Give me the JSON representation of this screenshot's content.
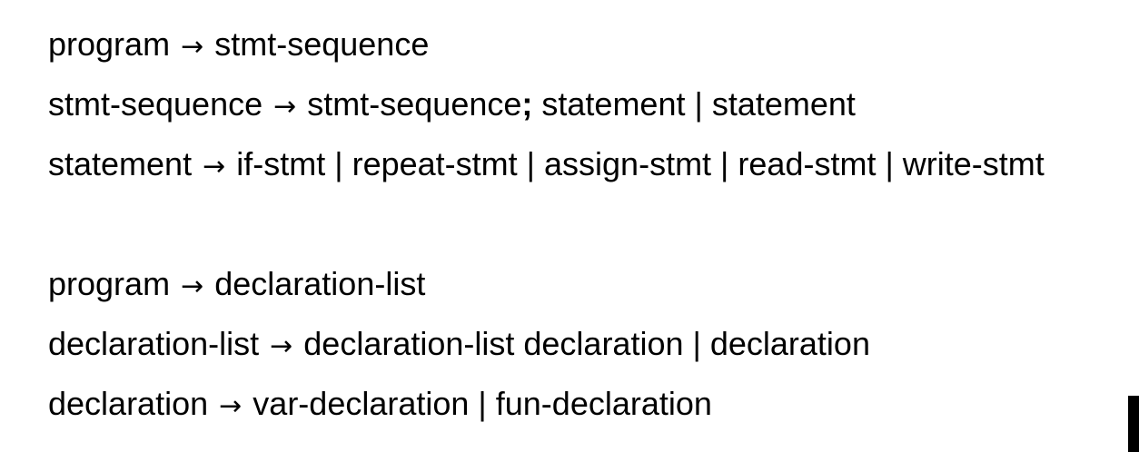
{
  "grammar_1": {
    "rules": [
      {
        "lhs": "program",
        "arrow": "→",
        "rhs": "stmt-sequence"
      },
      {
        "lhs": "stmt-sequence",
        "arrow": "→",
        "rhs_a": "stmt-sequence",
        "sep": ";",
        "rhs_b": " statement | statement"
      },
      {
        "lhs": "statement",
        "arrow": "→",
        "rhs": "if-stmt | repeat-stmt | assign-stmt | read-stmt | write-stmt"
      }
    ]
  },
  "grammar_2": {
    "rules": [
      {
        "lhs": "program",
        "arrow": "→",
        "rhs": "declaration-list"
      },
      {
        "lhs": "declaration-list",
        "arrow": "→",
        "rhs": "declaration-list declaration | declaration"
      },
      {
        "lhs": "declaration",
        "arrow": "→",
        "rhs": "var-declaration | fun-declaration"
      }
    ]
  }
}
